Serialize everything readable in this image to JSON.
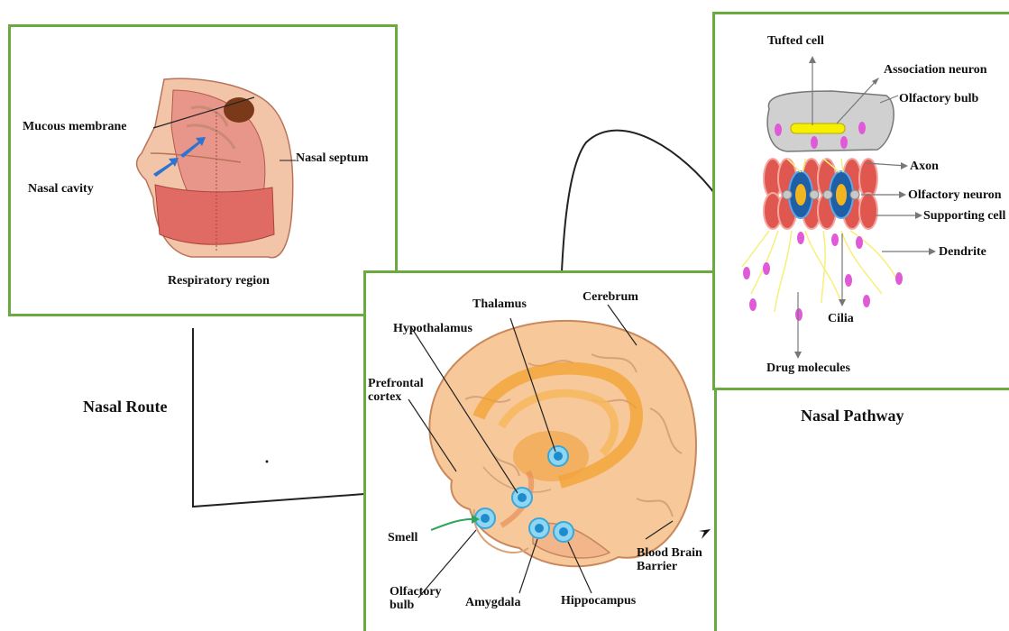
{
  "nasal_anatomy": {
    "labels": {
      "mucous_membrane": "Mucous membrane",
      "nasal_septum": "Nasal septum",
      "nasal_cavity": "Nasal cavity",
      "respiratory_region": "Respiratory region"
    }
  },
  "route_label": "Nasal Route",
  "pathway_label": "Nasal Pathway",
  "olfactory_pathway": {
    "labels": {
      "tufted_cell": "Tufted cell",
      "association_neuron": "Association neuron",
      "olfactory_bulb": "Olfactory bulb",
      "axon": "Axon",
      "olfactory_neuron": "Olfactory neuron",
      "supporting_cell": "Supporting cell",
      "dendrite": "Dendrite",
      "cilia": "Cilia",
      "drug_molecules": "Drug molecules"
    }
  },
  "brain": {
    "labels": {
      "thalamus": "Thalamus",
      "cerebrum": "Cerebrum",
      "hypothalamus": "Hypothalamus",
      "prefrontal_cortex": "Prefrontal cortex",
      "smell": "Smell",
      "olfactory_bulb": "Olfactory bulb",
      "amygdala": "Amygdala",
      "hippocampus": "Hippocampus",
      "blood_brain_barrier": "Blood Brain Barrier"
    }
  },
  "colors": {
    "panel_border": "#6aaa3e",
    "brain_fill": "#f6c89a",
    "tissue_red": "#e0574f",
    "neuron_blue": "#1f5fa8",
    "nucleus_yellow": "#f2b51f",
    "drug_magenta": "#e05ad8"
  }
}
